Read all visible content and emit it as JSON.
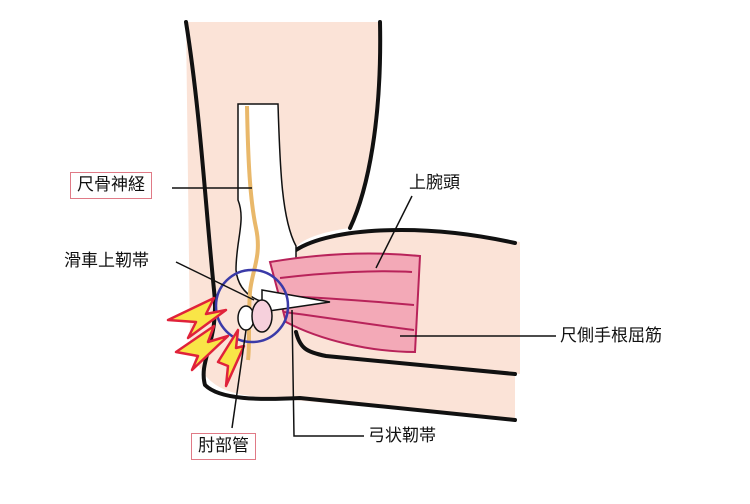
{
  "labels": {
    "ulnar_nerve": "尺骨神経",
    "trochlear_ligament": "滑車上靭帯",
    "medial_epicondyle": "上腕頭",
    "fcu_muscle": "尺側手根屈筋",
    "cubital_tunnel": "肘部管",
    "arcuate_ligament": "弓状靭帯"
  },
  "colors": {
    "skin": "#fbe3d7",
    "outline": "#111111",
    "nerve": "#e9b86a",
    "muscle": "#f3a9b7",
    "muscle_dark": "#b8235a",
    "bone": "#ffffff",
    "circle": "#3a3aa8",
    "pain_fill": "#f9e547",
    "pain_stroke": "#e0223a",
    "label_box": "#e07a86"
  },
  "icons": [
    "pain-lightning-icon"
  ]
}
